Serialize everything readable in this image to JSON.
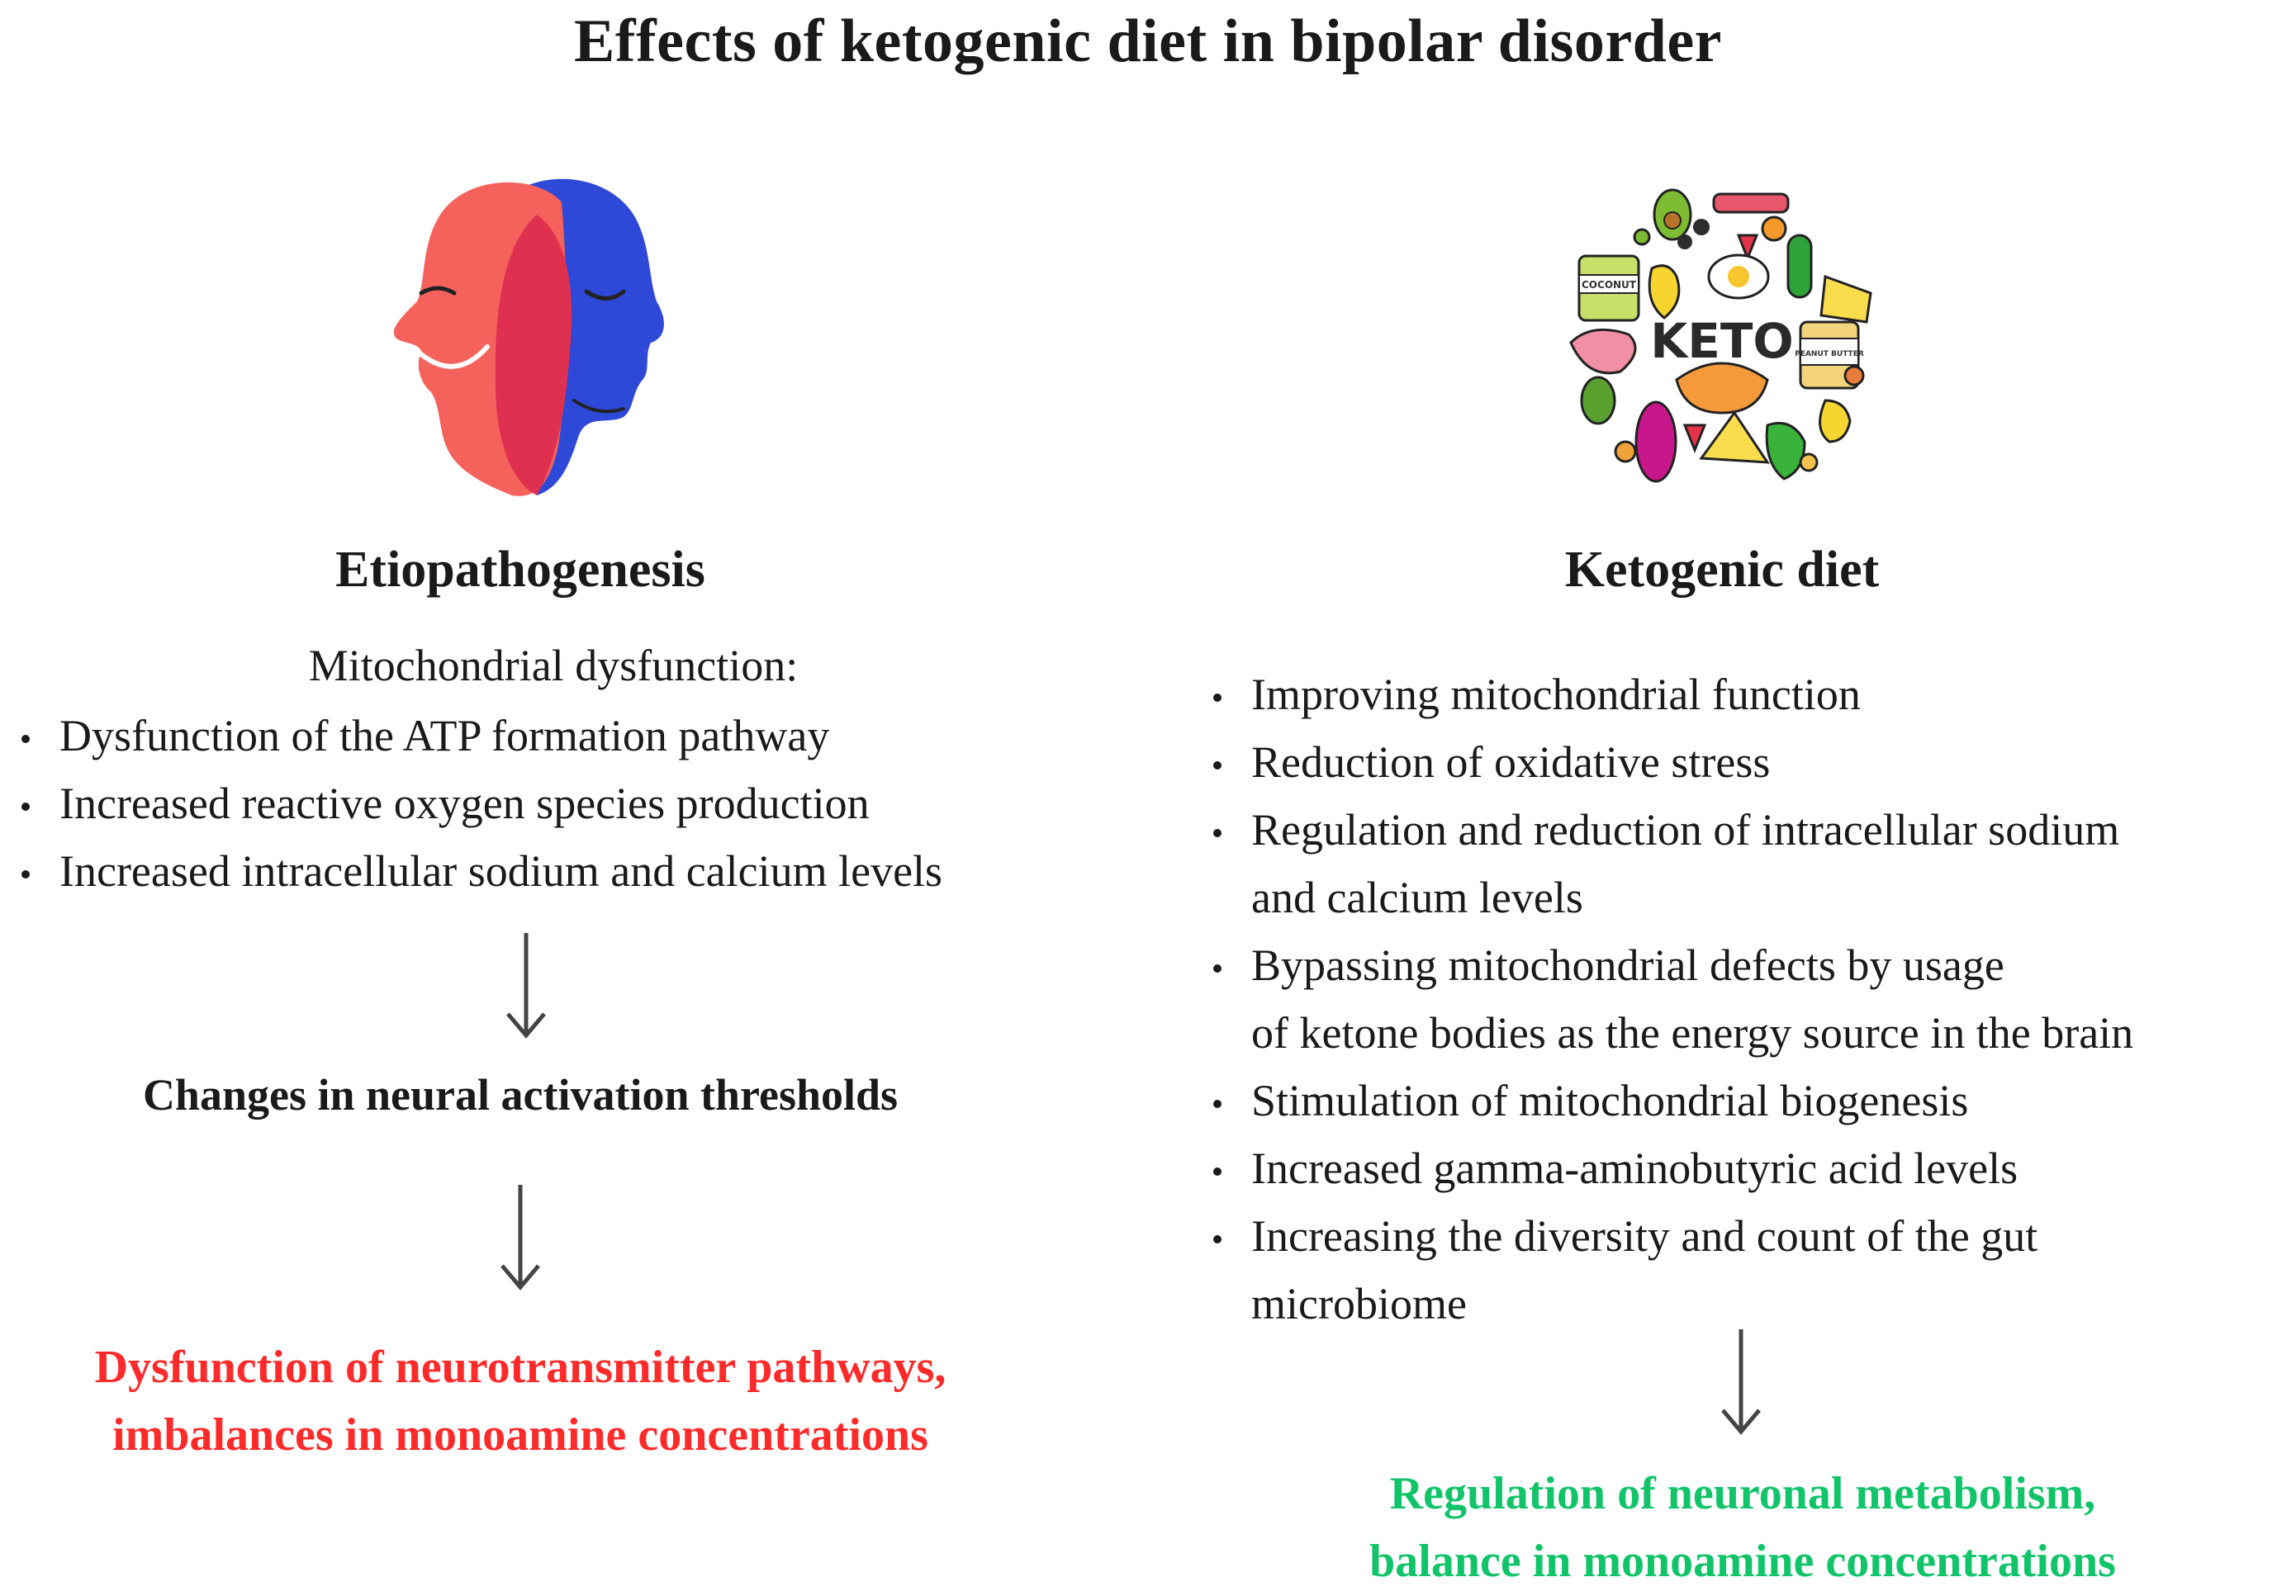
{
  "title": "Effects of ketogenic diet in bipolar disorder",
  "left": {
    "illustration": "two-faces-icon",
    "heading": "Etiopathogenesis",
    "subheading": "Mitochondrial dysfunction:",
    "bullets": [
      "Dysfunction of the ATP formation pathway",
      "Increased reactive oxygen species production",
      "Increased intracellular sodium and calcium levels"
    ],
    "step": "Changes in neural activation thresholds",
    "outcome": {
      "line1": "Dysfunction of neurotransmitter pathways,",
      "line2": "imbalances in monoamine concentrations",
      "color": "#ff2a2a"
    }
  },
  "right": {
    "illustration": "keto-food-circle-icon",
    "logo_text": "KETO",
    "jar_label_1": "COCONUT",
    "jar_label_2": "PEANUT BUTTER",
    "heading": "Ketogenic diet",
    "bullets": [
      {
        "line1": "Improving mitochondrial function"
      },
      {
        "line1": "Reduction of oxidative stress"
      },
      {
        "line1": "Regulation and reduction of intracellular sodium",
        "line2": "and calcium levels"
      },
      {
        "line1": "Bypassing mitochondrial defects by usage",
        "line2": "of ketone bodies as the energy source in the brain"
      },
      {
        "line1": "Stimulation of mitochondrial biogenesis"
      },
      {
        "line1": "Increased gamma-aminobutyric acid levels"
      },
      {
        "line1": "Increasing the diversity and count of the gut",
        "line2": "microbiome"
      }
    ],
    "outcome": {
      "line1": "Regulation of neuronal metabolism,",
      "line2": "balance in monoamine concentrations",
      "color": "#11c46a"
    }
  },
  "colors": {
    "face_red": "#f5625c",
    "face_blue": "#2e48d8",
    "face_overlap": "#e0304f",
    "arrow": "#444444"
  }
}
